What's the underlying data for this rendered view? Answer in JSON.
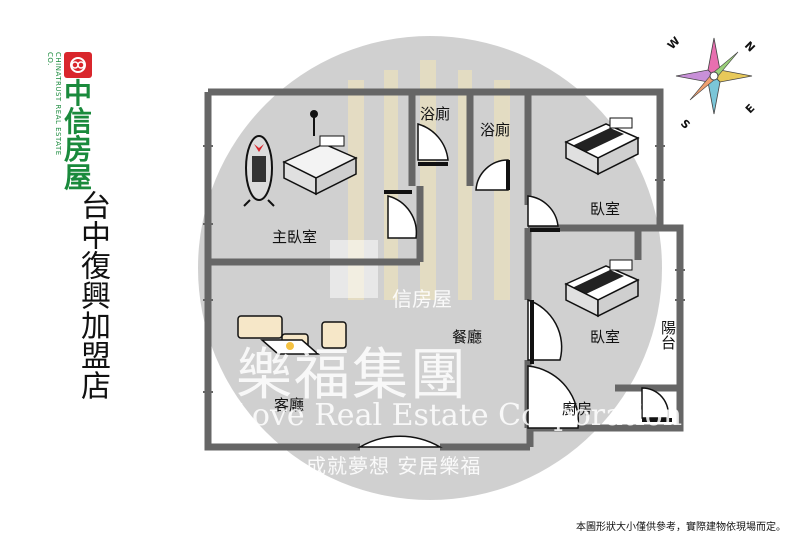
{
  "logo": {
    "name": "中信房屋",
    "subtitle": "CHINATRUST REAL ESTATE CO."
  },
  "store": {
    "name": "台中復興加盟店"
  },
  "rooms": {
    "bath1": "浴廁",
    "bath2": "浴廁",
    "master_bedroom": "主臥室",
    "bedroom1": "臥室",
    "bedroom2": "臥室",
    "dining": "餐廳",
    "living": "客廳",
    "kitchen": "廚房",
    "balcony": "陽台"
  },
  "watermark": {
    "brand": "信房屋",
    "main": "樂福集團",
    "english": "Love Real Estate Corporation",
    "slogan": "成就夢想 安居樂福"
  },
  "compass": {
    "n": "N",
    "s": "S",
    "e": "E",
    "w": "W"
  },
  "footer": {
    "note": "本圖形狀大小僅供參考，實際建物依現場而定。"
  },
  "colors": {
    "logo_green": "#1a8a3c",
    "logo_red": "#d9262c",
    "watermark_gray": "#c8c8c8",
    "wall": "#666666"
  }
}
